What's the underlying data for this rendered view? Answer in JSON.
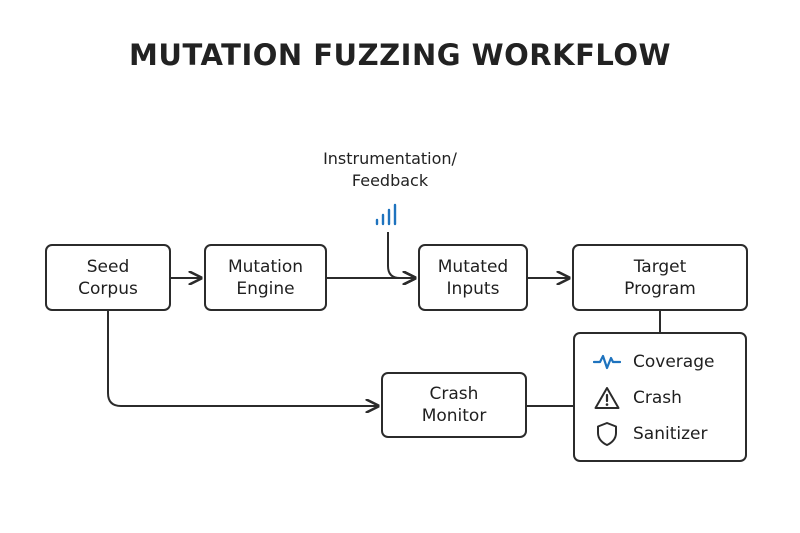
{
  "title": "MUTATION FUZZING WORKFLOW",
  "nodes": {
    "seed_corpus": [
      "Seed",
      "Corpus"
    ],
    "mutation_engine": [
      "Mutation",
      "Engine"
    ],
    "mutated_inputs": [
      "Mutated",
      "Inputs"
    ],
    "target_program": [
      "Target",
      "Program"
    ],
    "crash_monitor": [
      "Crash",
      "Monitor"
    ]
  },
  "feedback_label": [
    "Instrumentation/",
    "Feedback"
  ],
  "legend": {
    "coverage": "Coverage",
    "crash": "Crash",
    "sanitizer": "Sanitizer"
  },
  "colors": {
    "accent": "#1e73be",
    "stroke": "#2b2b2b"
  },
  "icons": {
    "feedback": "signal-bars-icon",
    "coverage": "pulse-icon",
    "crash": "warning-triangle-icon",
    "sanitizer": "shield-icon"
  }
}
